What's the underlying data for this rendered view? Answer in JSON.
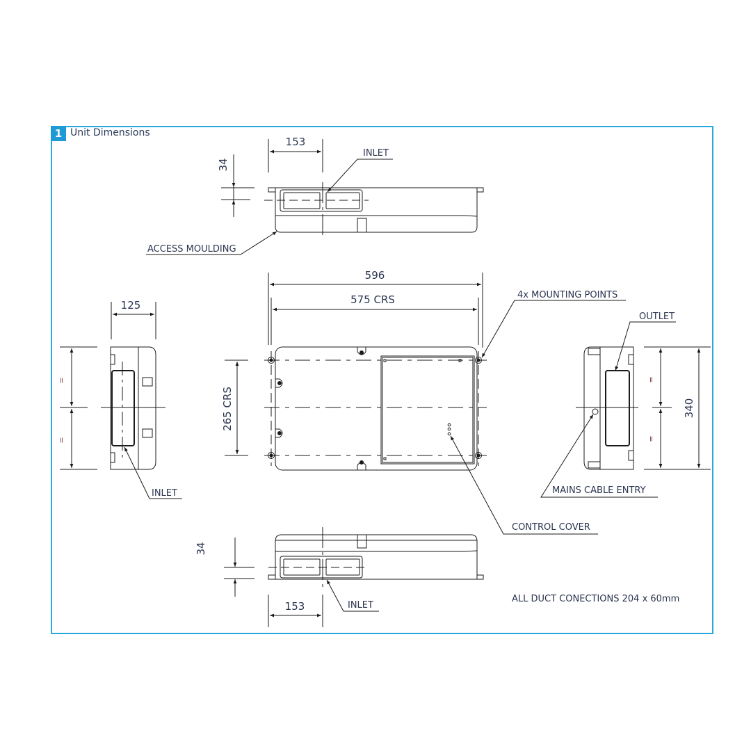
{
  "panel": {
    "number": "1",
    "title": "Unit Dimensions",
    "border_color": "#29a8e0",
    "badge_color": "#1e9ad6"
  },
  "top_view": {
    "dim_width": "153",
    "dim_height": "34",
    "label_inlet": "INLET",
    "label_access": "ACCESS MOULDING"
  },
  "front_view": {
    "dim_overall": "596",
    "dim_crs": "575 CRS",
    "dim_vertical_crs": "265 CRS",
    "label_mounting": "4x MOUNTING POINTS",
    "label_control": "CONTROL COVER"
  },
  "left_view": {
    "dim_depth": "125",
    "eq_top": "=",
    "eq_bottom": "=",
    "label_inlet": "INLET"
  },
  "right_view": {
    "dim_height": "340",
    "eq_top": "=",
    "eq_bottom": "=",
    "label_outlet": "OUTLET",
    "label_mains": "MAINS CABLE ENTRY"
  },
  "bottom_view": {
    "dim_width": "153",
    "dim_height": "34",
    "label_inlet": "INLET"
  },
  "note": "ALL DUCT CONECTIONS 204 x 60mm"
}
